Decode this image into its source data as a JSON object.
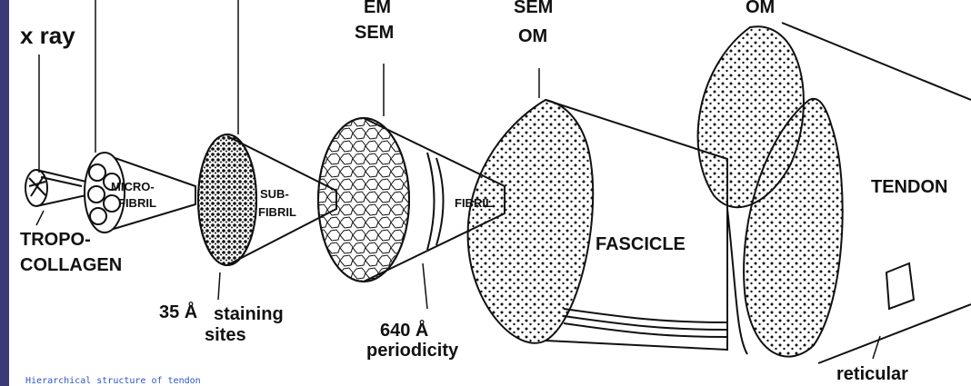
{
  "labels": {
    "xray": "x ray",
    "em": "EM",
    "sem1": "SEM",
    "sem2": "SEM",
    "om1": "OM",
    "om2": "OM",
    "micro1": "MICRO-",
    "micro2": "FIBRIL",
    "sub1": "SUB-",
    "sub2": "FIBRIL",
    "fibril": "FIBRIL",
    "fascicle": "FASCICLE",
    "tendon": "TENDON",
    "tropo1": "TROPO-",
    "tropo2": "COLLAGEN",
    "stain_num": "35 Å",
    "stain_word": "staining",
    "stain_sites": "sites",
    "period_num": "640 Å",
    "period_word": "periodicity",
    "reticular": "reticular"
  },
  "caption": "Hierarchical structure of tendon",
  "colors": {
    "background": "#3a3a78",
    "ink": "#111111",
    "caption": "#2a55c8"
  }
}
